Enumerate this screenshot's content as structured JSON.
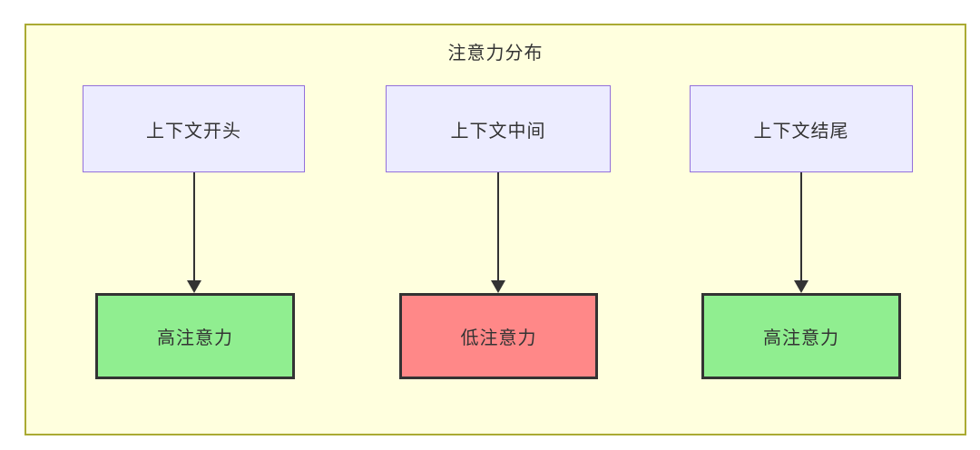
{
  "diagram": {
    "title": "注意力分布",
    "columns": [
      {
        "source": "上下文开头",
        "target": "高注意力",
        "level": "high"
      },
      {
        "source": "上下文中间",
        "target": "低注意力",
        "level": "low"
      },
      {
        "source": "上下文结尾",
        "target": "高注意力",
        "level": "high"
      }
    ]
  },
  "colors": {
    "canvas_fill": "#FFFFDE",
    "canvas_border": "#AAAA33",
    "source_node_fill": "#ECECFF",
    "source_node_border": "#9370DB",
    "high_attention_fill": "#90EE90",
    "low_attention_fill": "#FF8888",
    "attention_node_border": "#333333",
    "arrow": "#333333",
    "text": "#333333"
  }
}
